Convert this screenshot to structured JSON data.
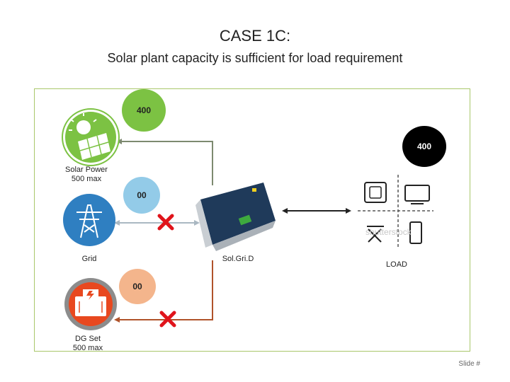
{
  "slide": {
    "title": "CASE 1C:",
    "subtitle": "Solar plant capacity is sufficient for load requirement",
    "slide_number": "Slide #"
  },
  "sources": {
    "solar": {
      "label_line1": "Solar Power",
      "label_line2": "500 max",
      "value": "400"
    },
    "grid": {
      "label": "Grid",
      "value": "00"
    },
    "dg": {
      "label_line1": "DG Set",
      "label_line2": "500 max",
      "value": "00"
    }
  },
  "device": {
    "label": "Sol.Gri.D"
  },
  "load": {
    "label": "LOAD",
    "value": "400",
    "watermark": "shutterstock"
  },
  "icons": [
    "solar-panel-icon",
    "transmission-tower-icon",
    "generator-icon",
    "controller-device-icon",
    "load-appliances-icon",
    "blocked-x-icon"
  ],
  "colors": {
    "frame": "#a9c76a",
    "solar_bubble": "#7cc243",
    "grid_bubble": "#93cbe8",
    "dg_bubble": "#f4b58c",
    "load_bubble": "#000000",
    "solar_line": "#7d8a70",
    "grid_line": "#aab8c2",
    "dg_line": "#b0532a",
    "blocked": "#e0141b"
  }
}
